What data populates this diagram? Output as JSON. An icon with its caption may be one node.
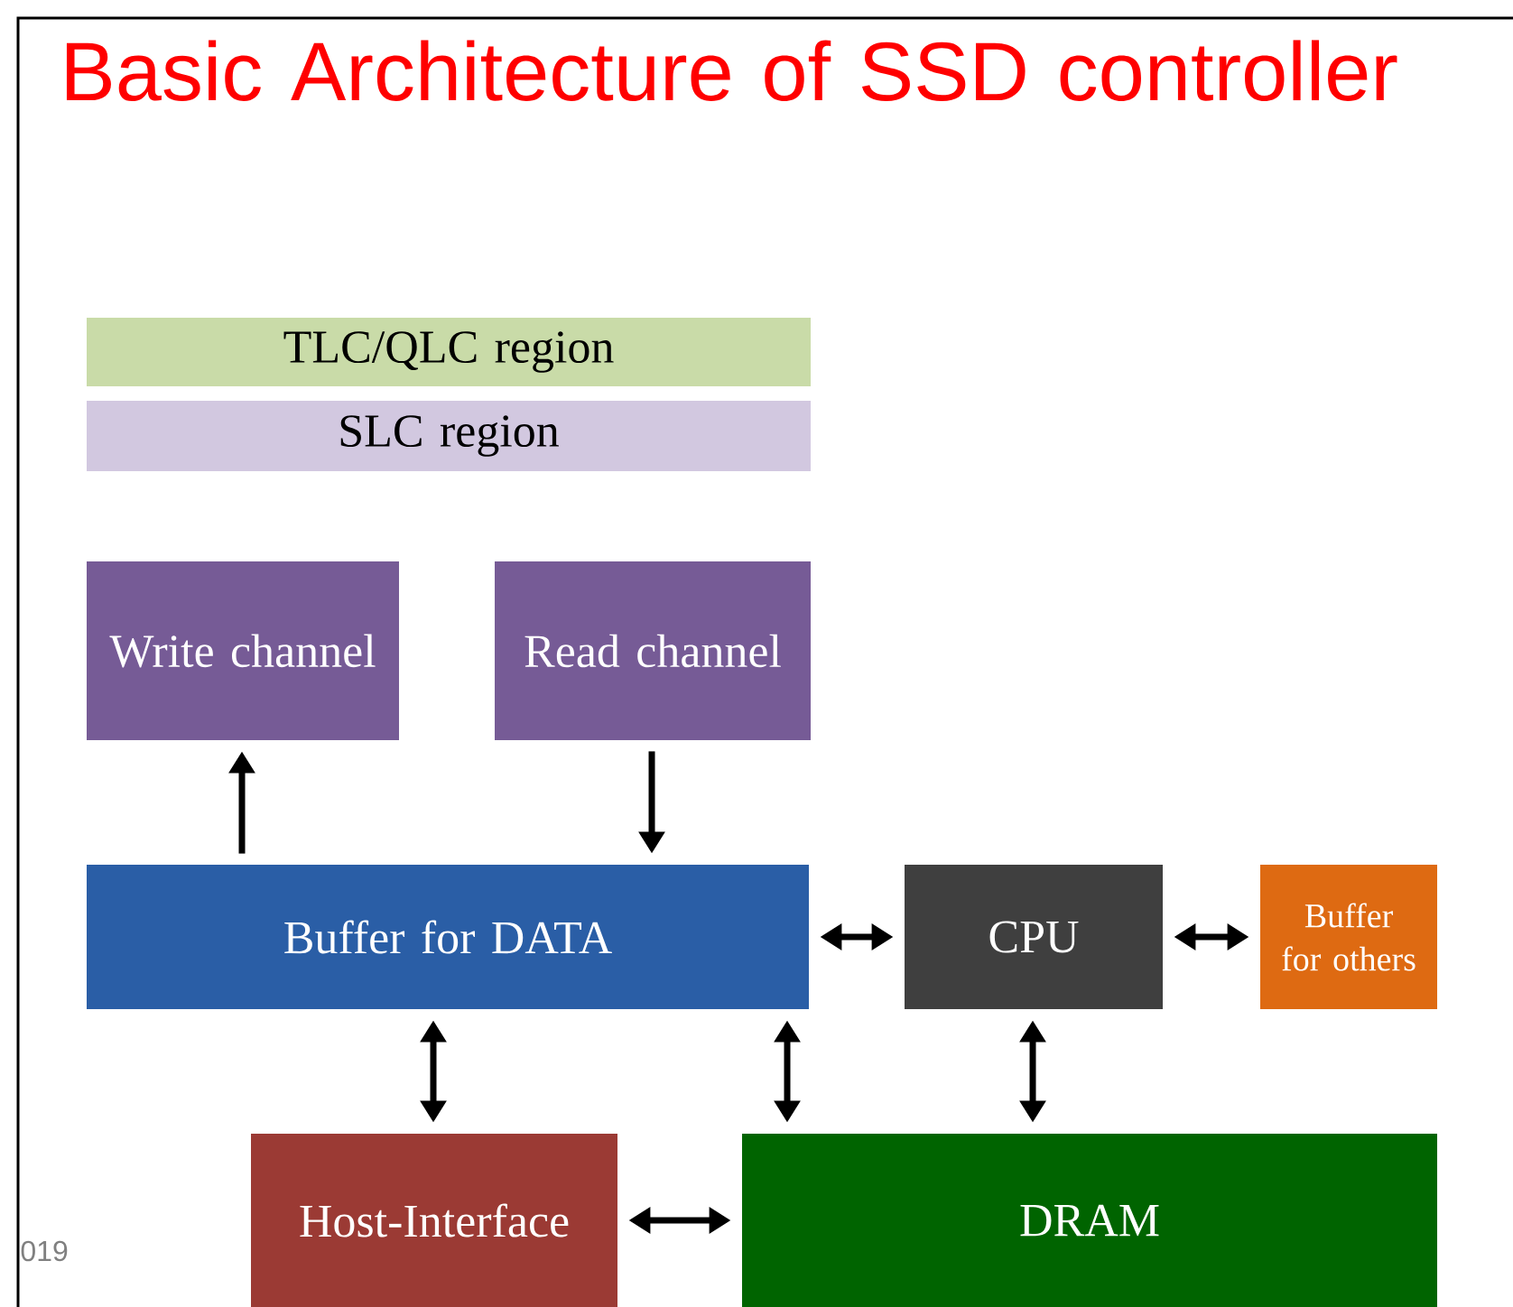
{
  "diagram": {
    "title": "Basic Architecture of SSD controller",
    "nodes": [
      {
        "text": [
          "TLC/QLC region"
        ]
      },
      {
        "text": [
          "SLC region"
        ]
      },
      {
        "text": [
          "Write channel"
        ]
      },
      {
        "text": [
          "Read channel"
        ]
      },
      {
        "text": [
          "Buffer for DATA"
        ]
      },
      {
        "text": [
          "CPU"
        ]
      },
      {
        "text": [
          "Buffer for others"
        ]
      },
      {
        "text": [
          "Host-Interface"
        ]
      },
      {
        "text": [
          "DRAM"
        ]
      }
    ],
    "edges": [
      {
        "from": 4,
        "to": 2,
        "arrow": "to"
      },
      {
        "from": 3,
        "to": 4,
        "arrow": "to"
      },
      {
        "from": 4,
        "to": 5,
        "arrow": "both"
      },
      {
        "from": 5,
        "to": 6,
        "arrow": "both"
      },
      {
        "from": 4,
        "to": 7,
        "arrow": "both"
      },
      {
        "from": 4,
        "to": 8,
        "arrow": "both"
      },
      {
        "from": 5,
        "to": 8,
        "arrow": "both"
      },
      {
        "from": 7,
        "to": 8,
        "arrow": "both"
      }
    ],
    "labels": [
      "019"
    ]
  }
}
